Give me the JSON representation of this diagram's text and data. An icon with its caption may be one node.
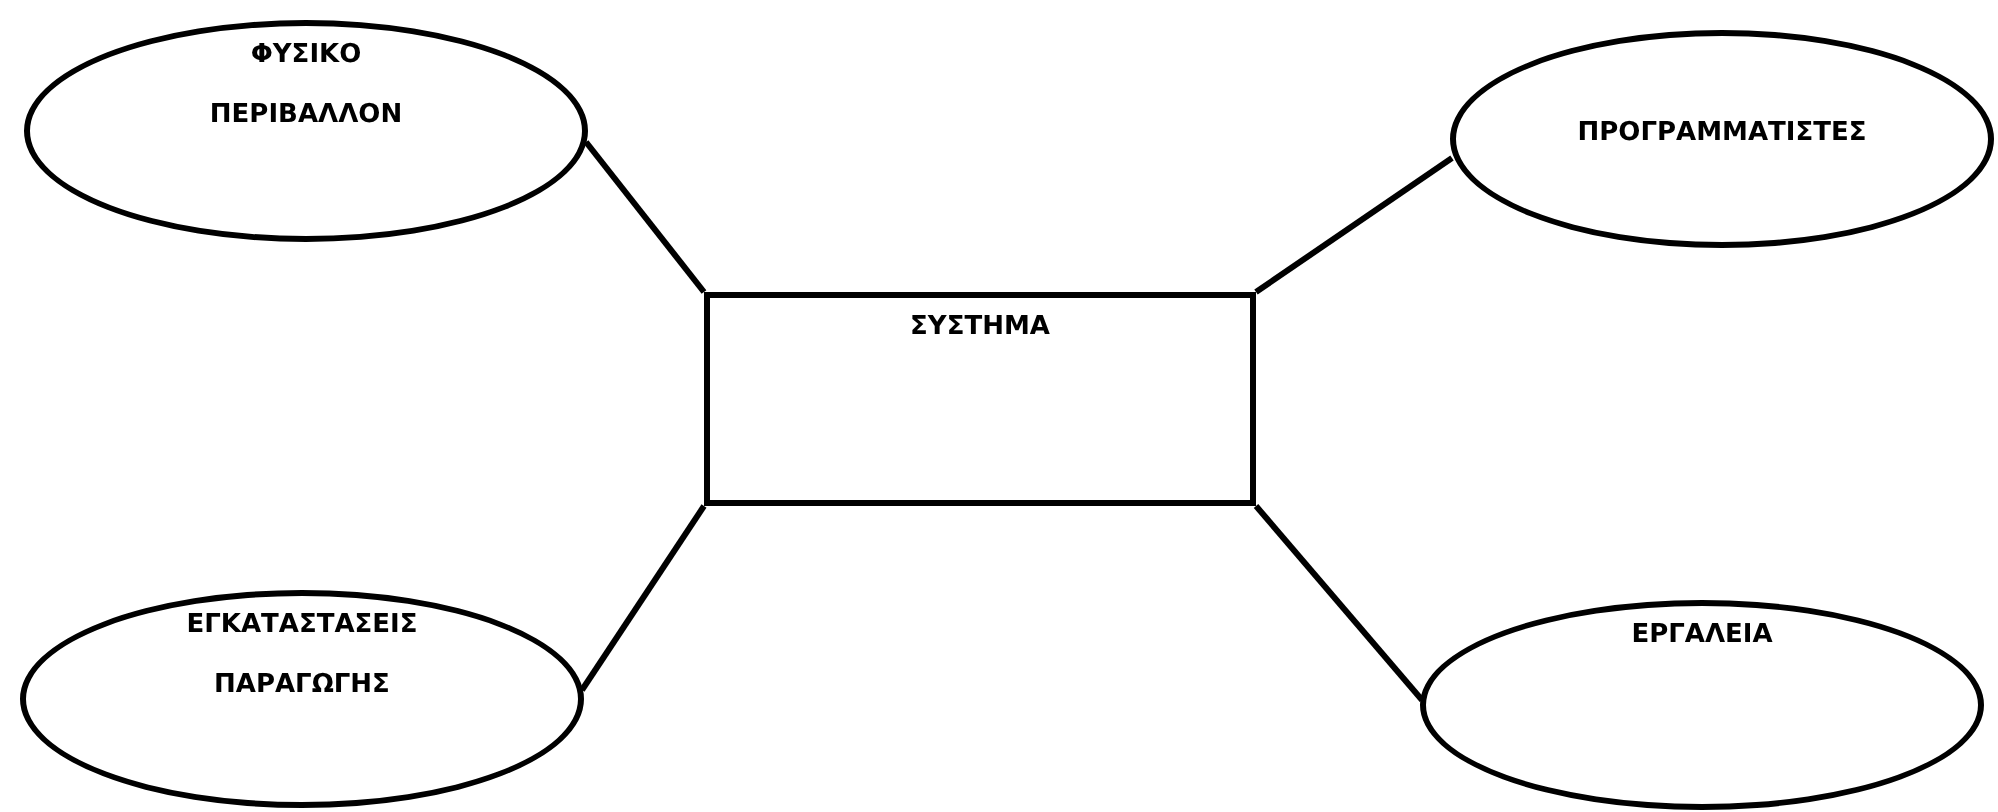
{
  "diagram": {
    "nodes": [
      {
        "text": [
          "ΦΥΣΙΚΟ ΠΕΡΙΒΑΛΛΟΝ"
        ]
      },
      {
        "text": [
          "ΠΡΟΓΡΑΜΜΑΤΙΣΤΕΣ"
        ]
      },
      {
        "text": [
          "ΣΥΣΤΗΜΑ"
        ]
      },
      {
        "text": [
          "ΕΓΚΑΤΑΣΤΑΣΕΙΣ ΠΑΡΑΓΩΓΗΣ"
        ]
      },
      {
        "text": [
          "ΕΡΓΑΛΕΙΑ"
        ]
      }
    ],
    "edges": [
      {
        "from": 2,
        "to": 0,
        "arrow": "none"
      },
      {
        "from": 2,
        "to": 1,
        "arrow": "none"
      },
      {
        "from": 2,
        "to": 3,
        "arrow": "none"
      },
      {
        "from": 2,
        "to": 4,
        "arrow": "none"
      }
    ]
  }
}
